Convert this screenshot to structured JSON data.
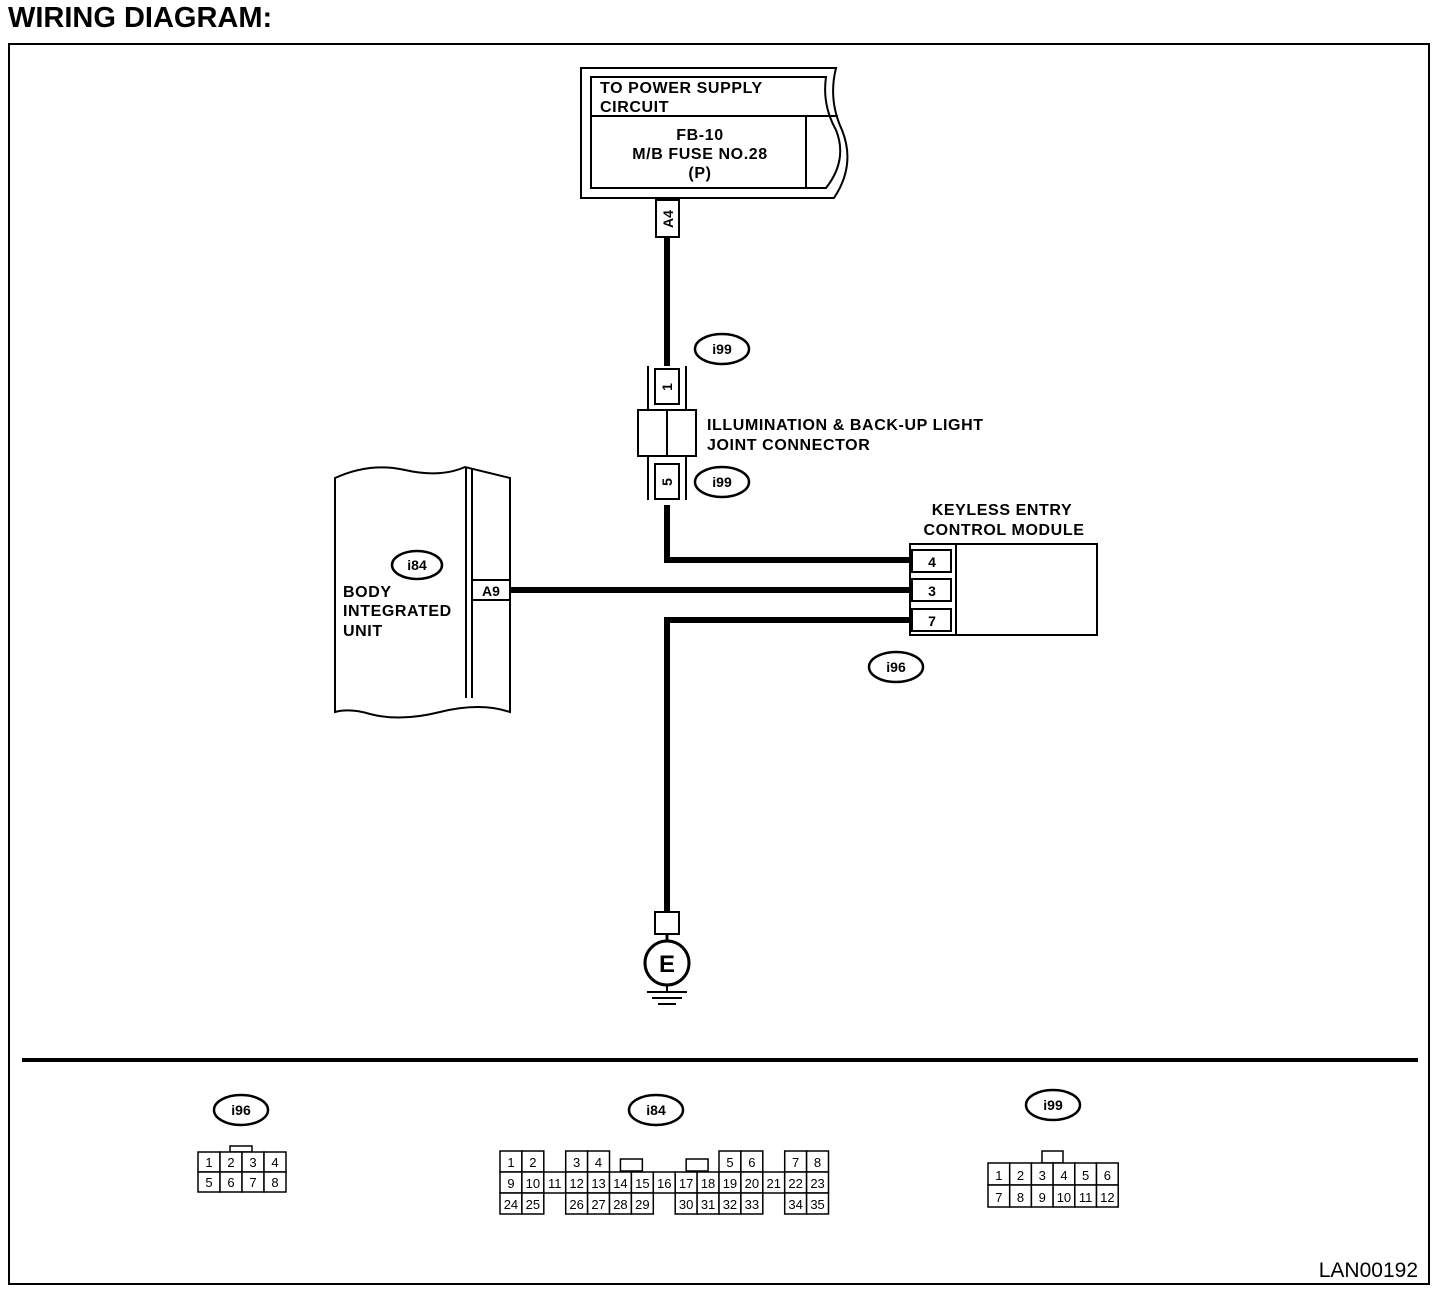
{
  "page": {
    "title": "WIRING DIAGRAM:",
    "figure_id": "LAN00192"
  },
  "power_supply": {
    "header_line1": "TO POWER SUPPLY",
    "header_line2": "CIRCUIT",
    "fuse_line1": "FB-10",
    "fuse_line2": "M/B FUSE NO.28",
    "fuse_line3": "(P)",
    "terminal": "A4"
  },
  "joint_connector": {
    "label_line1": "ILLUMINATION & BACK-UP LIGHT",
    "label_line2": "JOINT CONNECTOR",
    "top_pin": "1",
    "bottom_pin": "5",
    "ref_top": "i99",
    "ref_bottom": "i99"
  },
  "body_integrated_unit": {
    "label_line1": "BODY",
    "label_line2": "INTEGRATED",
    "label_line3": "UNIT",
    "ref": "i84",
    "terminal": "A9"
  },
  "keyless_module": {
    "label_line1": "KEYLESS ENTRY",
    "label_line2": "CONTROL MODULE",
    "pins": [
      "4",
      "3",
      "7"
    ],
    "ref": "i96"
  },
  "ground": {
    "label": "E"
  },
  "connectors": {
    "i96": {
      "ref": "i96",
      "row1": [
        "1",
        "2",
        "3",
        "4"
      ],
      "row2": [
        "5",
        "6",
        "7",
        "8"
      ]
    },
    "i84": {
      "ref": "i84",
      "row1": [
        "1",
        "2",
        "3",
        "4",
        "5",
        "6",
        "7",
        "8"
      ],
      "row2": [
        "9",
        "10",
        "11",
        "12",
        "13",
        "14",
        "15",
        "16",
        "17",
        "18",
        "19",
        "20",
        "21",
        "22",
        "23"
      ],
      "row3": [
        "24",
        "25",
        "26",
        "27",
        "28",
        "29",
        "30",
        "31",
        "32",
        "33",
        "34",
        "35"
      ]
    },
    "i99": {
      "ref": "i99",
      "row1": [
        "1",
        "2",
        "3",
        "4",
        "5",
        "6"
      ],
      "row2": [
        "7",
        "8",
        "9",
        "10",
        "11",
        "12"
      ]
    }
  }
}
